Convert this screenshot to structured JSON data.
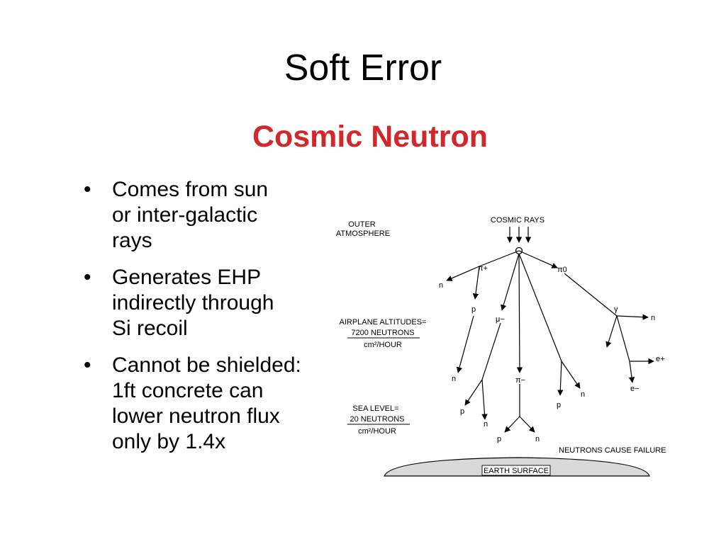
{
  "slide": {
    "title": "Soft Error",
    "subtitle": "Cosmic Neutron"
  },
  "bullets": [
    {
      "lines": [
        "Comes from sun",
        "or inter-galactic",
        "rays"
      ]
    },
    {
      "lines": [
        "Generates EHP",
        "indirectly through",
        "Si recoil"
      ]
    },
    {
      "lines": [
        "Cannot be shielded:",
        "1ft concrete can",
        "lower neutron flux",
        "only by 1.4x"
      ]
    }
  ],
  "diagram": {
    "cosmic_rays": "COSMIC RAYS",
    "outer_atmosphere": [
      "OUTER",
      "ATMOSPHERE"
    ],
    "airplane": {
      "title": "AIRPLANE ALTITUDES=",
      "numerator": "7200 NEUTRONS",
      "denominator": "cm²/HOUR"
    },
    "sea_level": {
      "title": "SEA LEVEL=",
      "numerator": "20 NEUTRONS",
      "denominator": "cm²/HOUR"
    },
    "neutrons_cause_failure": "NEUTRONS CAUSE FAILURE",
    "earth_surface": "EARTH SURFACE",
    "particles": {
      "pi_plus": "π+",
      "pi_zero": "π0",
      "pi_minus": "π−",
      "mu_minus": "μ−",
      "gamma": "γ",
      "e_plus": "e+",
      "e_minus": "e−",
      "n": "n",
      "p": "p"
    }
  }
}
